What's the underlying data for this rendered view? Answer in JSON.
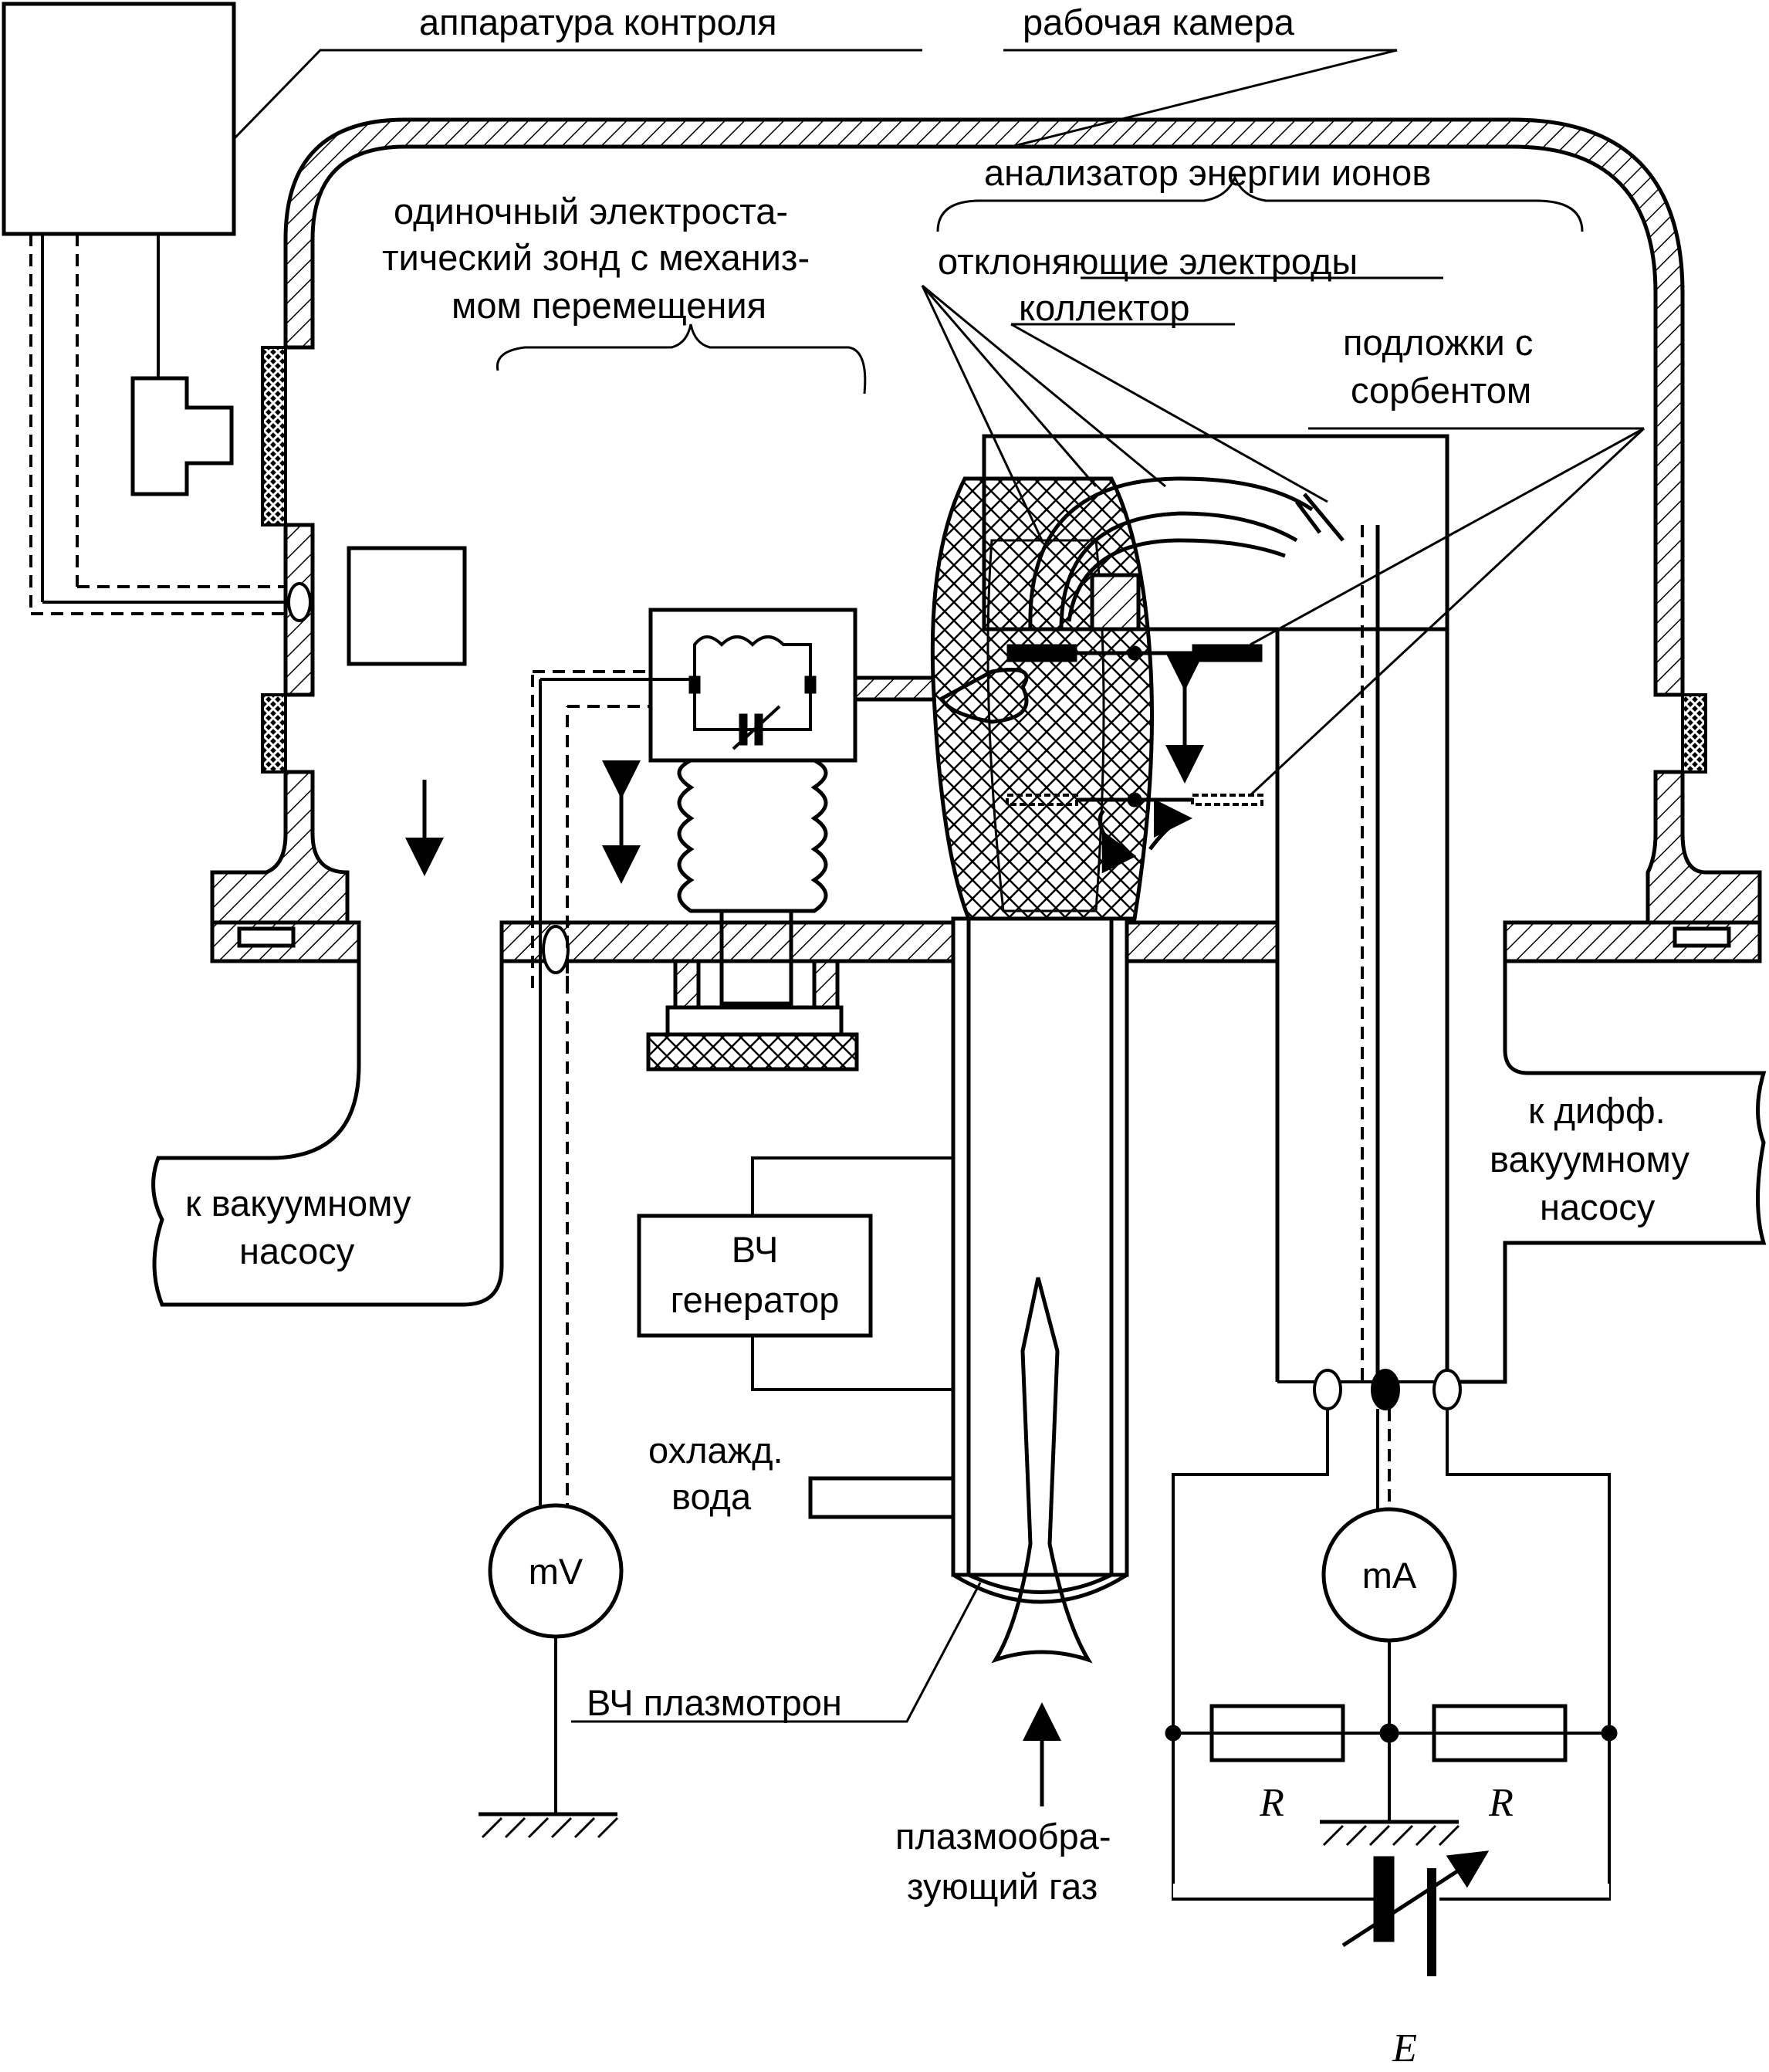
{
  "labels": {
    "control_equipment": "аппаратура контроля",
    "working_chamber": "рабочая камера",
    "ion_energy_analyzer": "анализатор энергии ионов",
    "probe_line1": "одиночный электроста-",
    "probe_line2": "тический зонд с механиз-",
    "probe_line3": "мом перемещения",
    "deflecting_electrodes": "отклоняющие электроды",
    "collector": "коллектор",
    "substrates_line1": "подложки с",
    "substrates_line2": "сорбентом",
    "vacuum_pump_line1": "к вакуумному",
    "vacuum_pump_line2": "насосу",
    "diff_pump_line1": "к дифф.",
    "diff_pump_line2": "вакуумному",
    "diff_pump_line3": "насосу",
    "rf_generator_line1": "ВЧ",
    "rf_generator_line2": "генератор",
    "cooling_water_line1": "охлажд.",
    "cooling_water_line2": "вода",
    "rf_plasmatron": "ВЧ плазмотрон",
    "plasma_gas_line1": "плазмообра-",
    "plasma_gas_line2": "зующий газ",
    "millivoltmeter": "mV",
    "milliammeter": "mA",
    "resistor_left": "R",
    "resistor_right": "R",
    "emf": "E"
  }
}
